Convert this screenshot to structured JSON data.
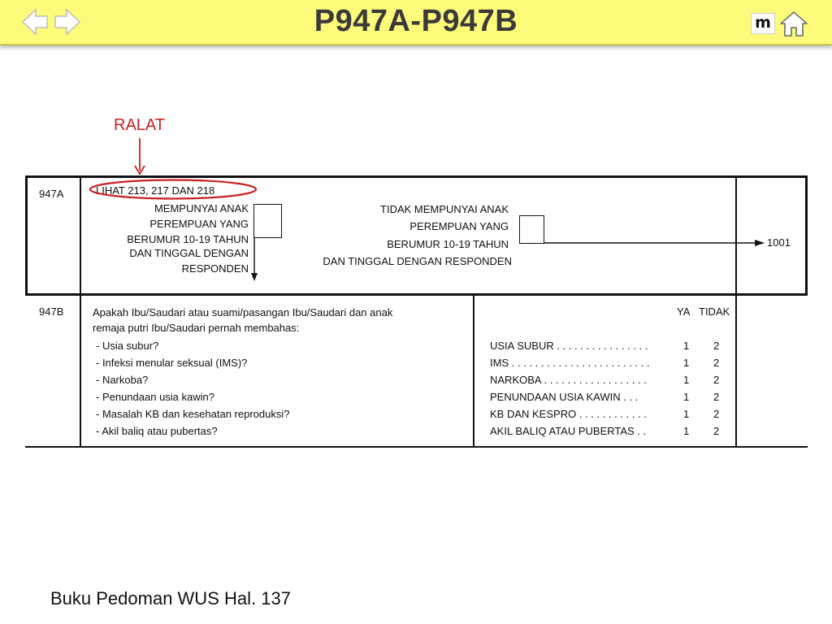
{
  "header": {
    "title": "P947A-P947B",
    "m_label": "m",
    "prev_icon": "arrow-left-icon",
    "next_icon": "arrow-right-icon",
    "home_icon": "home-icon",
    "background": "#fdfb7a"
  },
  "annotation": {
    "label": "RALAT",
    "color": "#cc1f1f"
  },
  "q947a": {
    "code": "947A",
    "see_note": "LIHAT 213, 217 DAN 218",
    "has_child_lines": [
      "MEMPUNYAI  ANAK",
      "PEREMPUAN YANG",
      "BERUMUR 10-19 TAHUN",
      "DAN TINGGAL DENGAN",
      "RESPONDEN"
    ],
    "no_child_lines": [
      "TIDAK MEMPUNYAI ANAK",
      "PEREMPUAN YANG",
      "BERUMUR 10-19 TAHUN",
      "DAN TINGGAL DENGAN RESPONDEN"
    ],
    "skip_to": "1001"
  },
  "q947b": {
    "code": "947B",
    "question_line1": "Apakah Ibu/Saudari atau suami/pasangan Ibu/Saudari dan anak",
    "question_line2": "remaja putri Ibu/Saudari pernah membahas:",
    "col_ya": "YA",
    "col_tidak": "TIDAK",
    "items": [
      {
        "prompt": "-   Usia subur?",
        "label": "USIA SUBUR   . . . . . . . . . . . . . . . .",
        "ya": "1",
        "tidak": "2"
      },
      {
        "prompt": "-   Infeksi menular seksual (IMS)?",
        "label": "IMS  . . . . . . . . . . . . . . . . . . . . . . . .",
        "ya": "1",
        "tidak": "2"
      },
      {
        "prompt": "-   Narkoba?",
        "label": "NARKOBA   . . . . . . . . . . . . . . . . . .",
        "ya": "1",
        "tidak": "2"
      },
      {
        "prompt": "-   Penundaan usia kawin?",
        "label": "PENUNDAAN USIA KAWIN      . . .",
        "ya": "1",
        "tidak": "2"
      },
      {
        "prompt": "-   Masalah KB dan kesehatan reproduksi?",
        "label": "KB DAN KESPRO    . . . . . . . . . . . .",
        "ya": "1",
        "tidak": "2"
      },
      {
        "prompt": "-   Akil baliq atau pubertas?",
        "label": "AKIL BALIQ ATAU PUBERTAS    . .",
        "ya": "1",
        "tidak": "2"
      }
    ]
  },
  "footer": {
    "text": "Buku Pedoman WUS Hal. 137"
  }
}
